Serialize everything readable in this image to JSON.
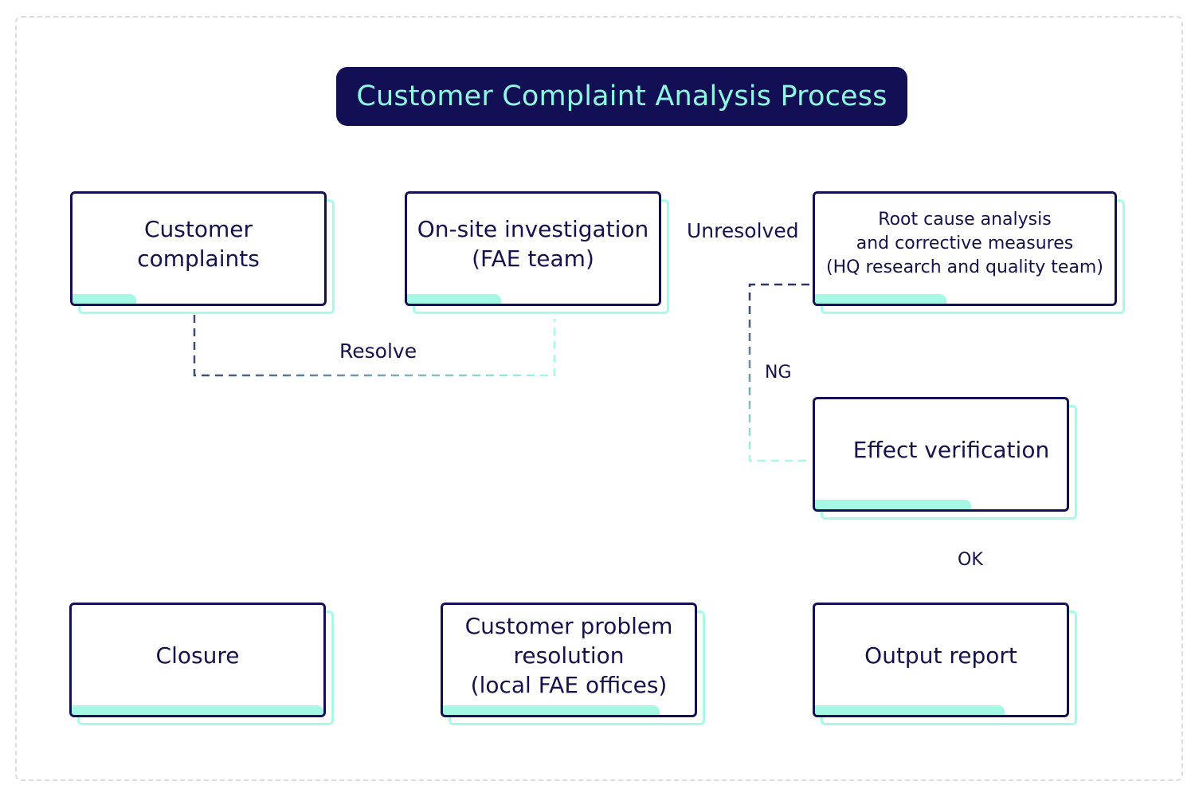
{
  "title": "Customer Complaint Analysis Process",
  "nodes": {
    "customer_complaints": [
      "Customer",
      "complaints"
    ],
    "onsite_investigation": [
      "On-site investigation",
      "(FAE team)"
    ],
    "root_cause": [
      "Root cause analysis",
      "and corrective measures",
      "(HQ research and quality team)"
    ],
    "effect_verification": [
      "Effect verification"
    ],
    "output_report": [
      "Output report"
    ],
    "problem_resolution": [
      "Customer problem",
      "resolution",
      "(local FAE offices)"
    ],
    "closure": [
      "Closure"
    ]
  },
  "edge_labels": {
    "unresolved": "Unresolved",
    "resolve": "Resolve",
    "ng": "NG",
    "ok": "OK"
  },
  "colors": {
    "navy": "#120f55",
    "mint": "#a5f9e4",
    "mint_text": "#8ef8e2",
    "teal_line": "#7fb6c4"
  }
}
